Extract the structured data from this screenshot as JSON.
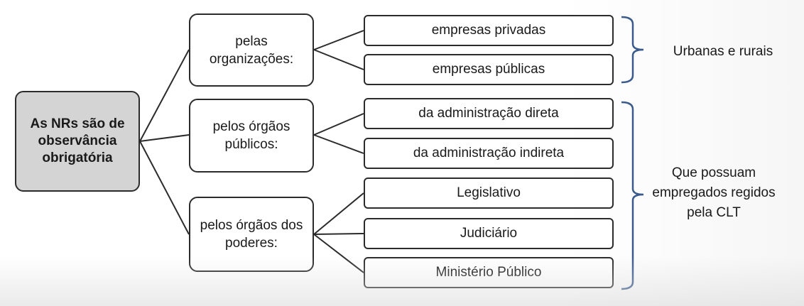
{
  "root": {
    "label": "As NRs são de observância obrigatória"
  },
  "groups": [
    {
      "label": "pelas organizações:"
    },
    {
      "label": "pelos órgãos públicos:"
    },
    {
      "label": "pelos órgãos dos poderes:"
    }
  ],
  "leaves": [
    {
      "label": "empresas privadas"
    },
    {
      "label": "empresas públicas"
    },
    {
      "label": "da administração direta"
    },
    {
      "label": "da administração indireta"
    },
    {
      "label": "Legislativo"
    },
    {
      "label": "Judiciário"
    },
    {
      "label": "Ministério Público"
    }
  ],
  "notes": [
    {
      "label": "Urbanas e rurais"
    },
    {
      "label": "Que possuam empregados regidos pela CLT"
    }
  ],
  "colors": {
    "root_fill": "#d4d4d4",
    "stroke": "#2b2b2b",
    "brace": "#3a5a8c"
  }
}
